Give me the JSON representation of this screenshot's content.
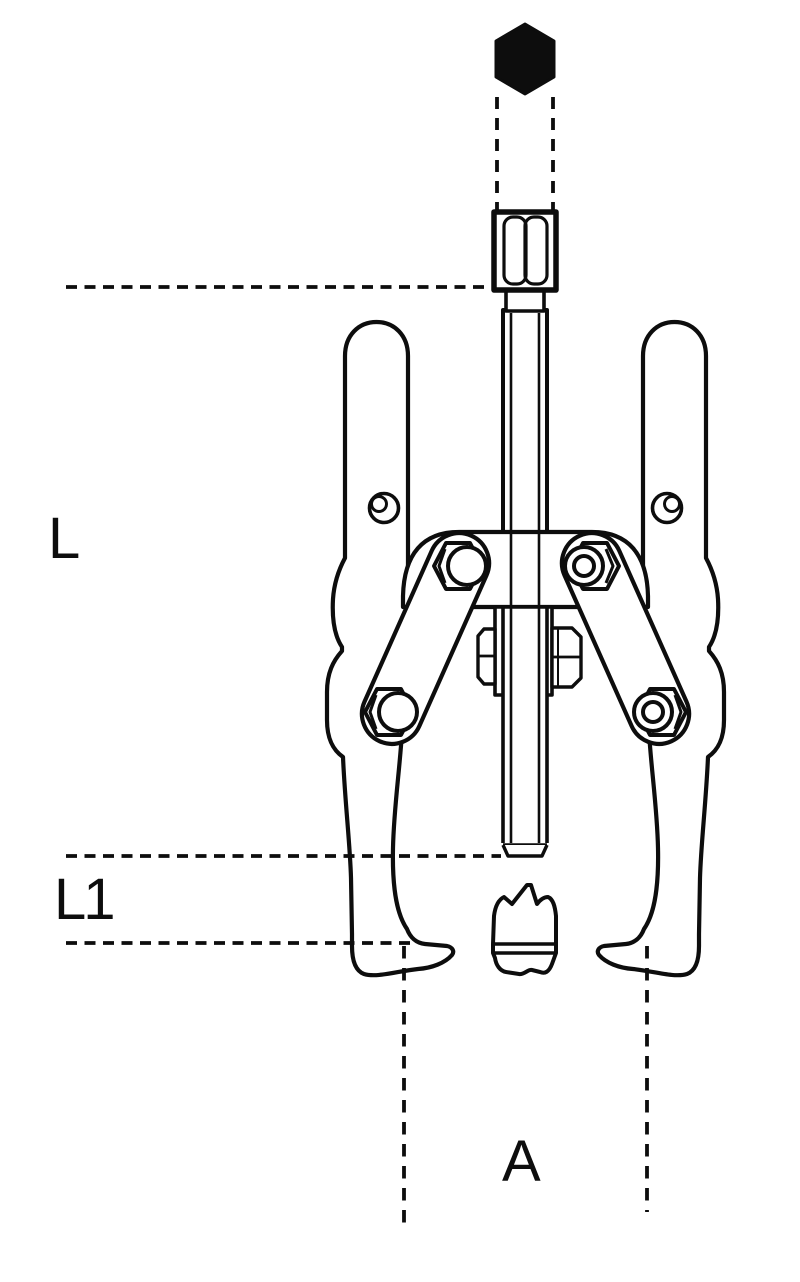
{
  "page": {
    "background_color": "#ffffff",
    "line_color": "#0d0d0d"
  },
  "diagram": {
    "kind": "puller technical drawing",
    "labels": {
      "l": "L",
      "l1": "L1",
      "a": "A"
    }
  }
}
